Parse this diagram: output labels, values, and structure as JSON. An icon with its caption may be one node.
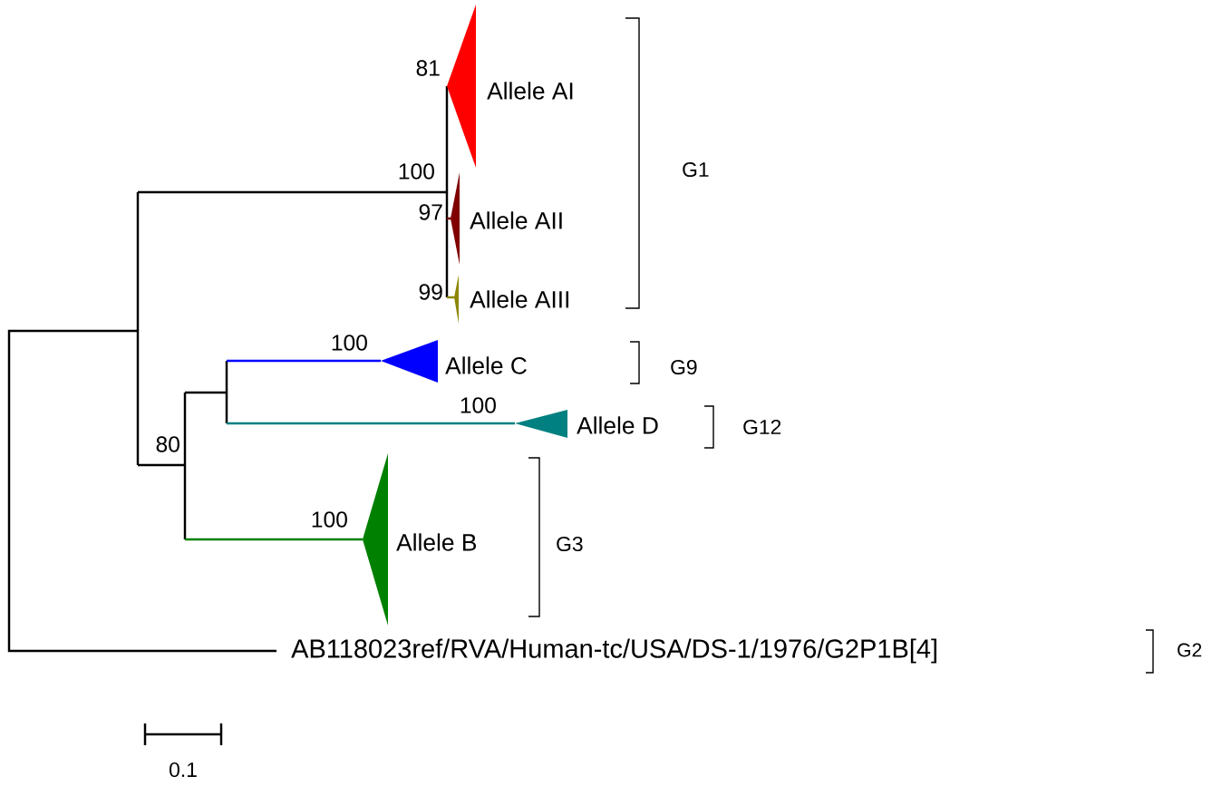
{
  "diagram": {
    "nodes": [
      {
        "text": [
          "Allele AI"
        ]
      },
      {
        "text": [
          "Allele AII"
        ]
      },
      {
        "text": [
          "Allele AIII"
        ]
      },
      {
        "text": [
          "Allele C"
        ]
      },
      {
        "text": [
          "Allele D"
        ]
      },
      {
        "text": [
          "Allele B"
        ]
      },
      {
        "text": [
          "AB118023ref/RVA/Human-tc/USA/DS-1/1976/G2P1B[4]"
        ]
      }
    ],
    "labels": [
      "81",
      "100",
      "G1",
      "97",
      "99",
      "100",
      "G9",
      "100",
      "G12",
      "80",
      "100",
      "G3",
      "G2",
      "0.1"
    ]
  }
}
